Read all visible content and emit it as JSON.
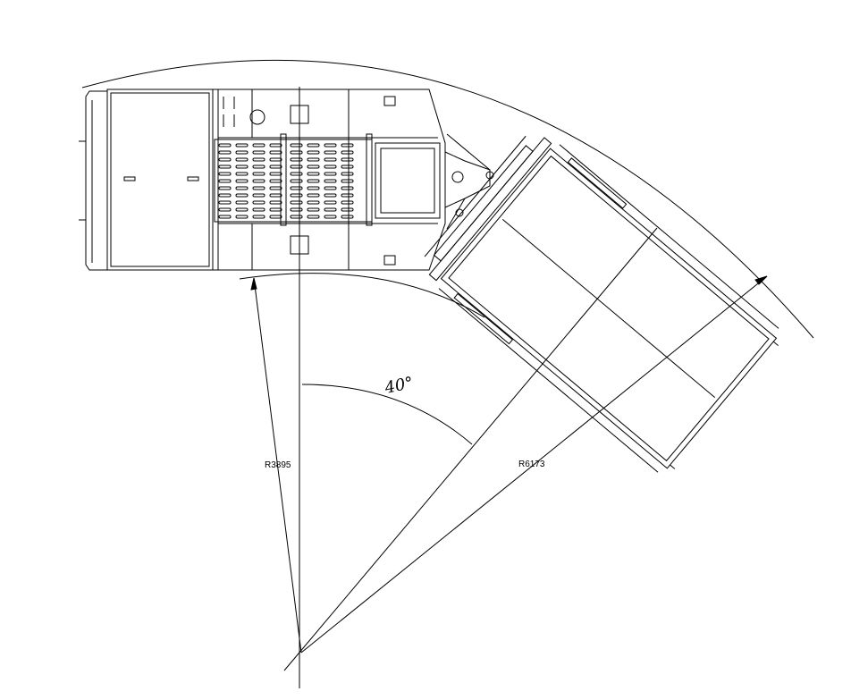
{
  "drawing": {
    "angle_label": "40°",
    "inner_radius_label": "R3895",
    "outer_radius_label": "R6173"
  },
  "colors": {
    "line": "#000000",
    "background": "#ffffff"
  }
}
